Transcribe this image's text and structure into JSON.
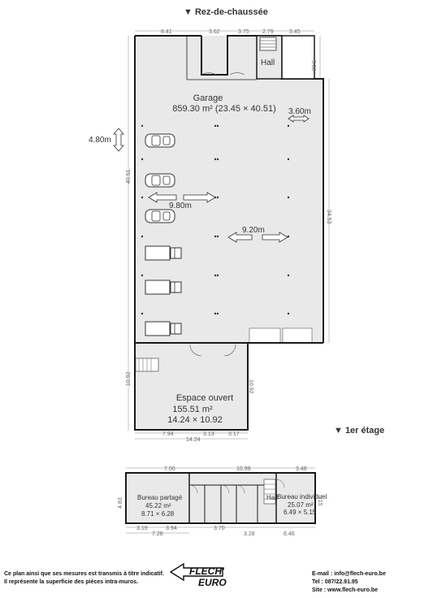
{
  "floors": {
    "ground": {
      "title": "▼ Rez-de-chaussée",
      "garage_label": "Garage",
      "garage_area": "859.30 m² (23.45 × 40.51)",
      "hall_label": "Hall",
      "span_3_60": "3.60m",
      "height_4_80": "4.80m",
      "span_9_80": "9.80m",
      "span_9_20": "9.20m",
      "espace_label": "Espace ouvert",
      "espace_area": "155.51 m²",
      "espace_dims": "14.24 × 10.92",
      "dims_top": [
        "8.41",
        "3.62",
        "3.75",
        "2.79",
        "3.45"
      ],
      "dim_left": "40.51",
      "dim_right": "34.53",
      "dim_hall_right": "5.86",
      "dim_espace_left": "10.92",
      "dim_espace_right": "10.92",
      "dims_bottom": [
        "7.94",
        "14.24",
        "3.13",
        "3.17"
      ]
    },
    "first": {
      "title": "▼ 1er étage",
      "bureau_partage_label": "Bureau partagé",
      "bureau_partage_area": "45.22 m²",
      "bureau_partage_dims": "8.71 × 6.28",
      "hall_label": "Hall",
      "bureau_indiv_label": "Bureau individuel",
      "bureau_indiv_area": "25.07 m²",
      "bureau_indiv_dims": "6.49 × 5.15",
      "dims_top": [
        "7.00",
        "10.99",
        "3.48"
      ],
      "dim_left": "4.83",
      "dim_right": "5.15",
      "dims_bottom": [
        "3.19",
        "3.94",
        "7.28",
        "3.70",
        "3.28",
        "6.46"
      ]
    }
  },
  "footer": {
    "disclaimer_1": "Ce plan ainsi que ses mesures est transmis à titre indicatif.",
    "disclaimer_2": "Il représente la superficie des pièces intra-muros.",
    "logo_line1": "FLECH'",
    "logo_line2": "EURO",
    "email": "E-mail : info@flech-euro.be",
    "tel": "Tel : 087/22.91.95",
    "site": "Site : www.flech-euro.be"
  },
  "colors": {
    "room_fill": "#e9e9e9",
    "wall": "#1a1a1a",
    "dimension": "#888888"
  }
}
